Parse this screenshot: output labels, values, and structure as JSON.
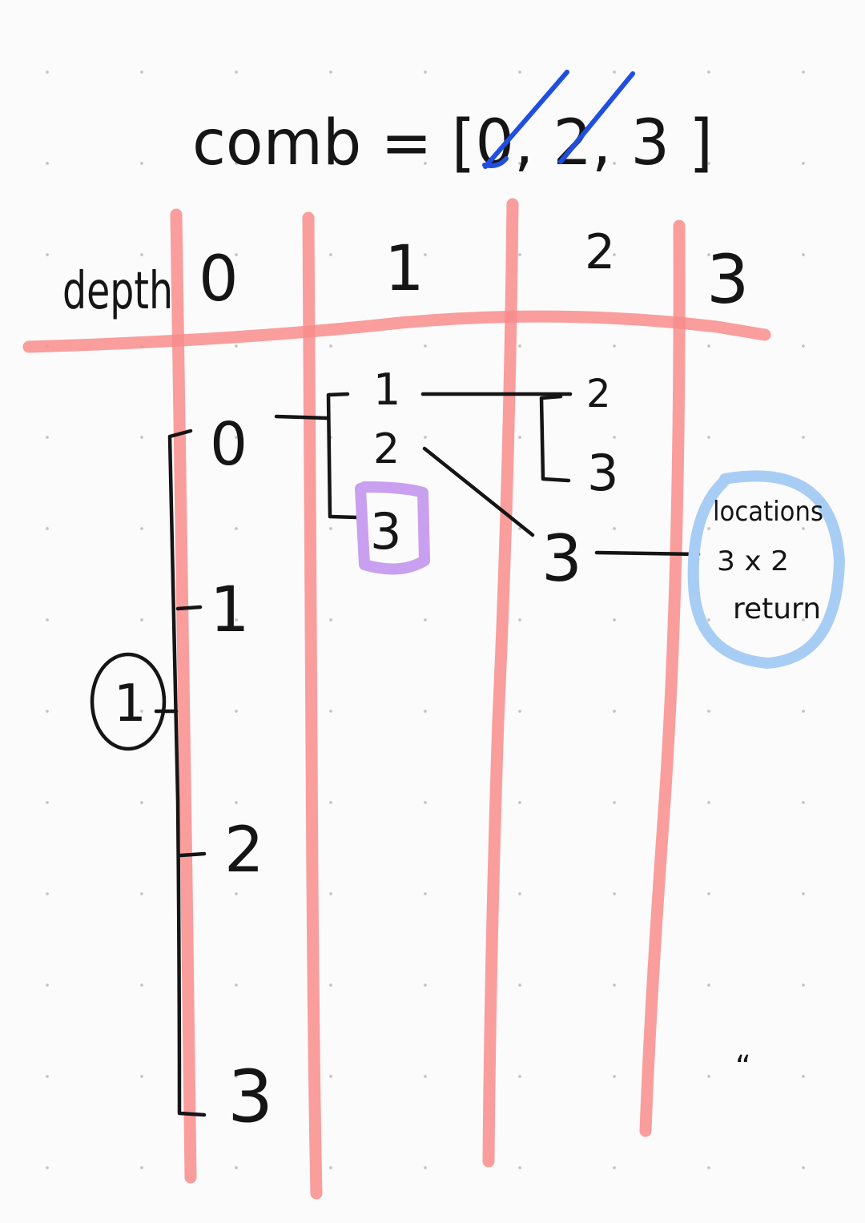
{
  "header": {
    "comb_expression": "comb = [0, 2, 3 ]",
    "depth_label": "depth"
  },
  "columns": {
    "depth0": "0",
    "depth1": "1",
    "depth2": "2",
    "depth3": "3"
  },
  "tree": {
    "root_values": [
      "0",
      "1",
      "2",
      "3"
    ],
    "level1_values": [
      "1",
      "2",
      "3"
    ],
    "level2_values_from_1": [
      "2",
      "3"
    ],
    "level2_value_from_2": "3",
    "circled_marker": "1",
    "note_lines": [
      "locations",
      "3 x 2",
      "return"
    ],
    "stray_mark": "“"
  },
  "colors": {
    "ink": "#151515",
    "grid_red": "#f88c8c",
    "strike_blue": "#1f4fe0",
    "highlight_purple": "#c9a0f0",
    "highlight_light_blue": "#a8cdf5"
  }
}
